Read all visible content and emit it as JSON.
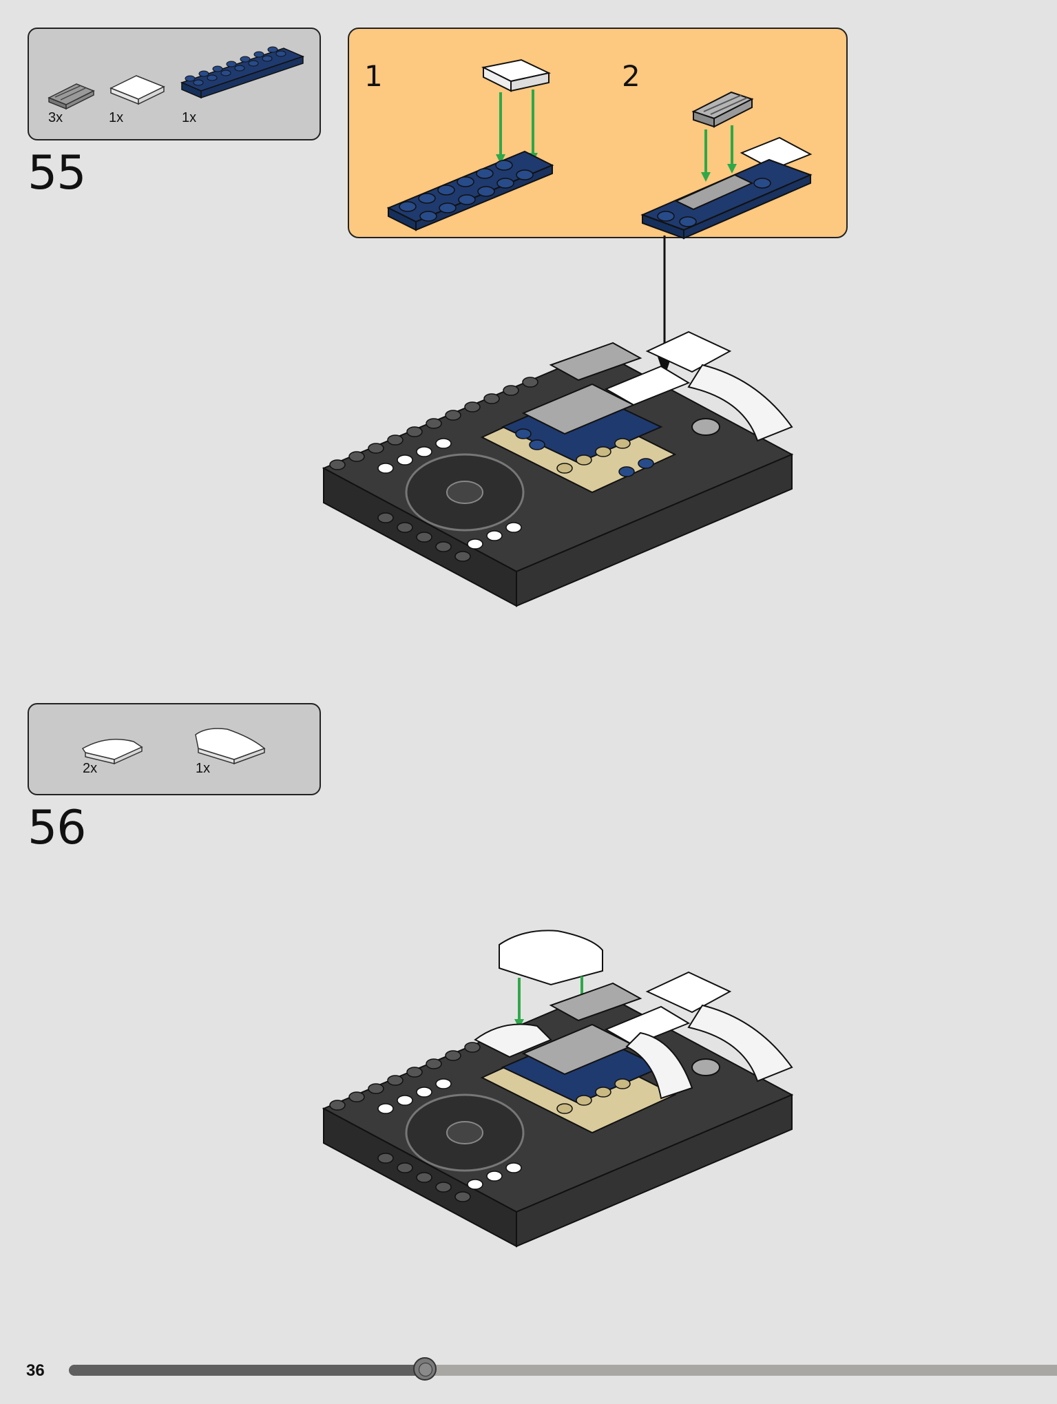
{
  "steps": [
    {
      "number": "55",
      "parts": [
        {
          "qty": "3x",
          "icon": "grille-tile-gray-icon"
        },
        {
          "qty": "1x",
          "icon": "tile-white-icon"
        },
        {
          "qty": "1x",
          "icon": "plate-dark-blue-icon"
        }
      ],
      "callout": {
        "sub_steps": [
          "1",
          "2"
        ]
      }
    },
    {
      "number": "56",
      "parts": [
        {
          "qty": "2x",
          "icon": "curved-slope-white-small-icon"
        },
        {
          "qty": "1x",
          "icon": "curved-slope-white-large-icon"
        }
      ]
    }
  ],
  "footer": {
    "page_number": "36",
    "progress": 0.36
  },
  "colors": {
    "background": "#e3e3e3",
    "parts_box": "#c9c9c9",
    "callout": "#fdc87f",
    "dark_blue": "#1f3a6e",
    "arrow_green": "#2ea84a",
    "progress_done": "#5f5f5f",
    "progress_remaining": "#a9a7a3"
  }
}
